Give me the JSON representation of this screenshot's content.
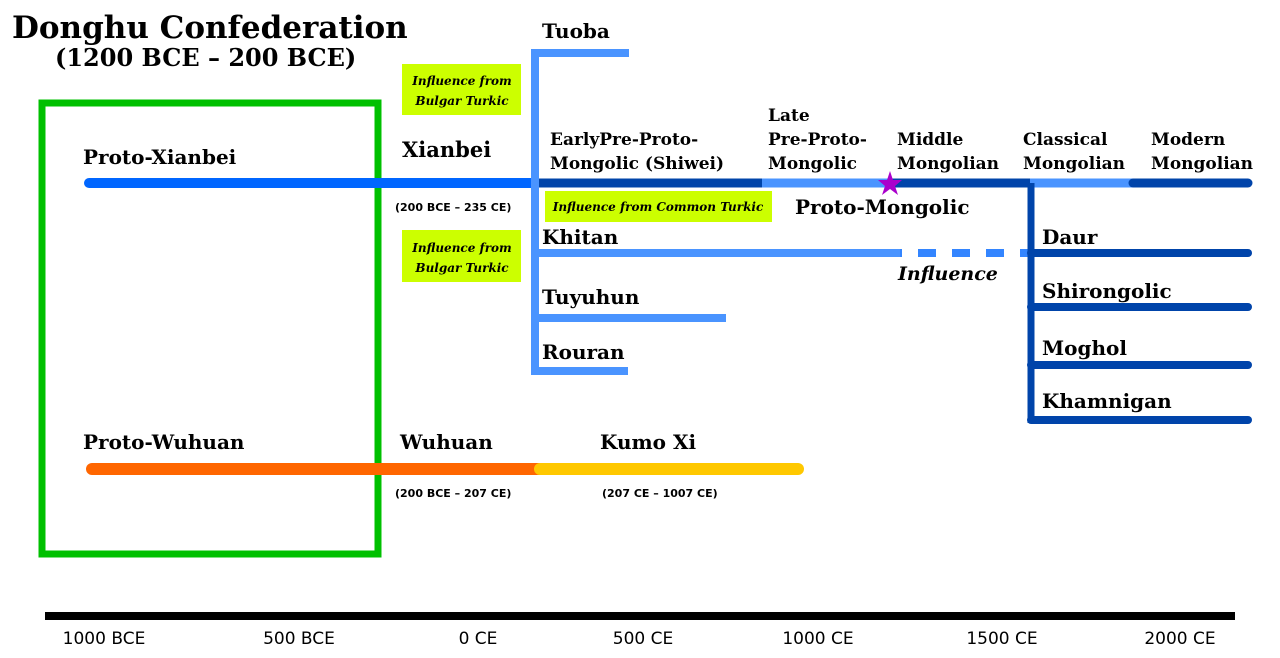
{
  "title": "Donghu Confederation",
  "subtitle": "(1200 BCE – 200 BCE)",
  "colors": {
    "confederation_box": "#00c000",
    "xianbei": "#0066ff",
    "branch_light": "#4a94ff",
    "mongolic_dark": "#0044aa",
    "wuhuan": "#ff6600",
    "kumo_xi": "#ffc800",
    "influence_box": "#ccff00",
    "star": "#aa00cc",
    "axis": "#000000"
  },
  "labels": {
    "proto_xianbei": "Proto-Xianbei",
    "proto_wuhuan": "Proto-Wuhuan",
    "xianbei": "Xianbei",
    "xianbei_dates": "(200 BCE – 235 CE)",
    "wuhuan": "Wuhuan",
    "wuhuan_dates": "(200 BCE – 207 CE)",
    "kumo_xi": "Kumo Xi",
    "kumo_xi_dates": "(207 CE – 1007 CE)",
    "tuoba": "Tuoba",
    "khitan": "Khitan",
    "tuyuhun": "Tuyuhun",
    "rouran": "Rouran",
    "early_pre_proto_1": "EarlyPre-Proto-",
    "early_pre_proto_2": "Mongolic (Shiwei)",
    "late_1": "Late",
    "late_2": "Pre-Proto-",
    "late_3": "Mongolic",
    "middle_1": "Middle",
    "middle_2": "Mongolian",
    "classical_1": "Classical",
    "classical_2": "Mongolian",
    "modern_1": "Modern",
    "modern_2": "Mongolian",
    "proto_mongolic": "Proto-Mongolic",
    "influence": "Influence",
    "daur": "Daur",
    "shirongolic": "Shirongolic",
    "moghol": "Moghol",
    "khamnigan": "Khamnigan"
  },
  "influence_notes": {
    "bulgar_top_1": "Influence from",
    "bulgar_top_2": "Bulgar Turkic",
    "common_turkic": "Influence from Common Turkic",
    "bulgar_mid_1": "Influence from",
    "bulgar_mid_2": "Bulgar Turkic"
  },
  "axis": {
    "ticks": [
      "1000 BCE",
      "500 BCE",
      "0 CE",
      "500 CE",
      "1000 CE",
      "1500 CE",
      "2000 CE"
    ]
  }
}
